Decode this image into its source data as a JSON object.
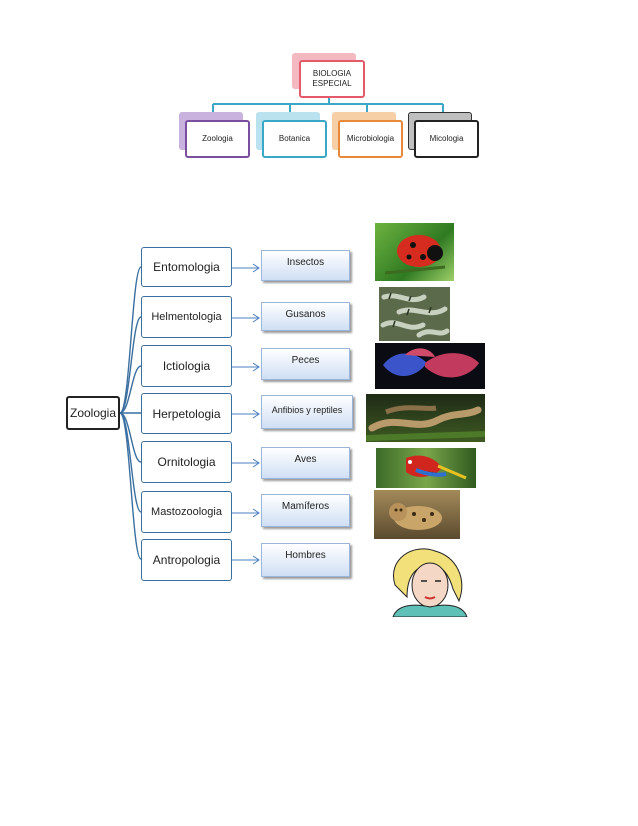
{
  "top_chart": {
    "root": "BIOLOGIA ESPECIAL",
    "children": [
      {
        "label": "Zoologia",
        "color": "#7a4fa0",
        "shadow": "#c9b3de"
      },
      {
        "label": "Botanica",
        "color": "#3aa7c6",
        "shadow": "#b9e1ee"
      },
      {
        "label": "Microbiologia",
        "color": "#e8893a",
        "shadow": "#f6cfa6"
      },
      {
        "label": "Micologia",
        "color": "#222222",
        "shadow": "#bfbfbf"
      }
    ],
    "root_color": "#e35a6a",
    "root_shadow": "#f4b8c0"
  },
  "zoology_map": {
    "root": "Zoologia",
    "branches": [
      {
        "name": "Entomologia",
        "group": "Insectos",
        "image": "ladybug-photo"
      },
      {
        "name": "Helmentologia",
        "group": "Gusanos",
        "image": "worms-photo"
      },
      {
        "name": "Ictiologia",
        "group": "Peces",
        "image": "betta-fish-photo"
      },
      {
        "name": "Herpetologia",
        "group": "Anfibios y reptiles",
        "image": "snake-photo"
      },
      {
        "name": "Ornitologia",
        "group": "Aves",
        "image": "parrot-photo"
      },
      {
        "name": "Mastozoologia",
        "group": "Mamíferos",
        "image": "wildcat-photo"
      },
      {
        "name": "Antropologia",
        "group": "Hombres",
        "image": "woman-illustration"
      }
    ]
  }
}
